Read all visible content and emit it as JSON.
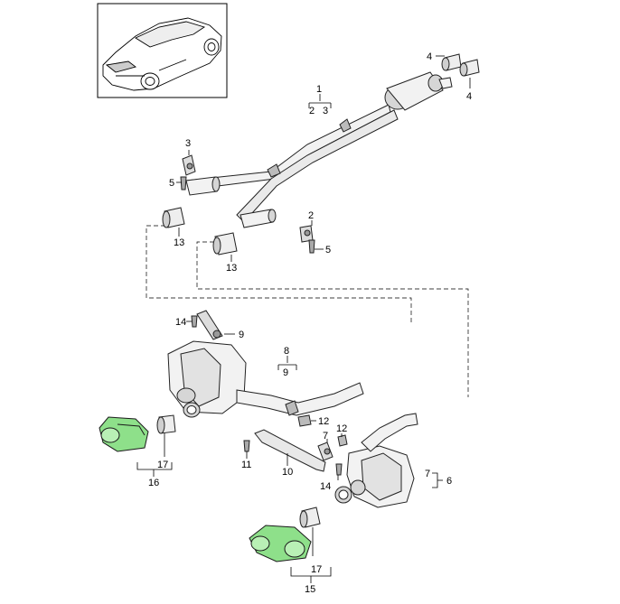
{
  "colors": {
    "line": "#000000",
    "part_fill": "#f2f2f2",
    "part_shade": "#d6d6d6",
    "tailpipe_highlight": "#8ee08a"
  },
  "diagram": {
    "callouts": {
      "c1": "1",
      "c2a": "2",
      "c3a": "3",
      "c2b": "2",
      "c3b": "3",
      "c4a": "4",
      "c4b": "4",
      "c5a": "5",
      "c5b": "5",
      "c6": "6",
      "c7a": "7",
      "c7b": "7",
      "c8": "8",
      "c9a": "9",
      "c9b": "9",
      "c10": "10",
      "c11": "11",
      "c12a": "12",
      "c12b": "12",
      "c13a": "13",
      "c13b": "13",
      "c14a": "14",
      "c14b": "14",
      "c15": "15",
      "c16": "16",
      "c17a": "17",
      "c17b": "17"
    }
  }
}
